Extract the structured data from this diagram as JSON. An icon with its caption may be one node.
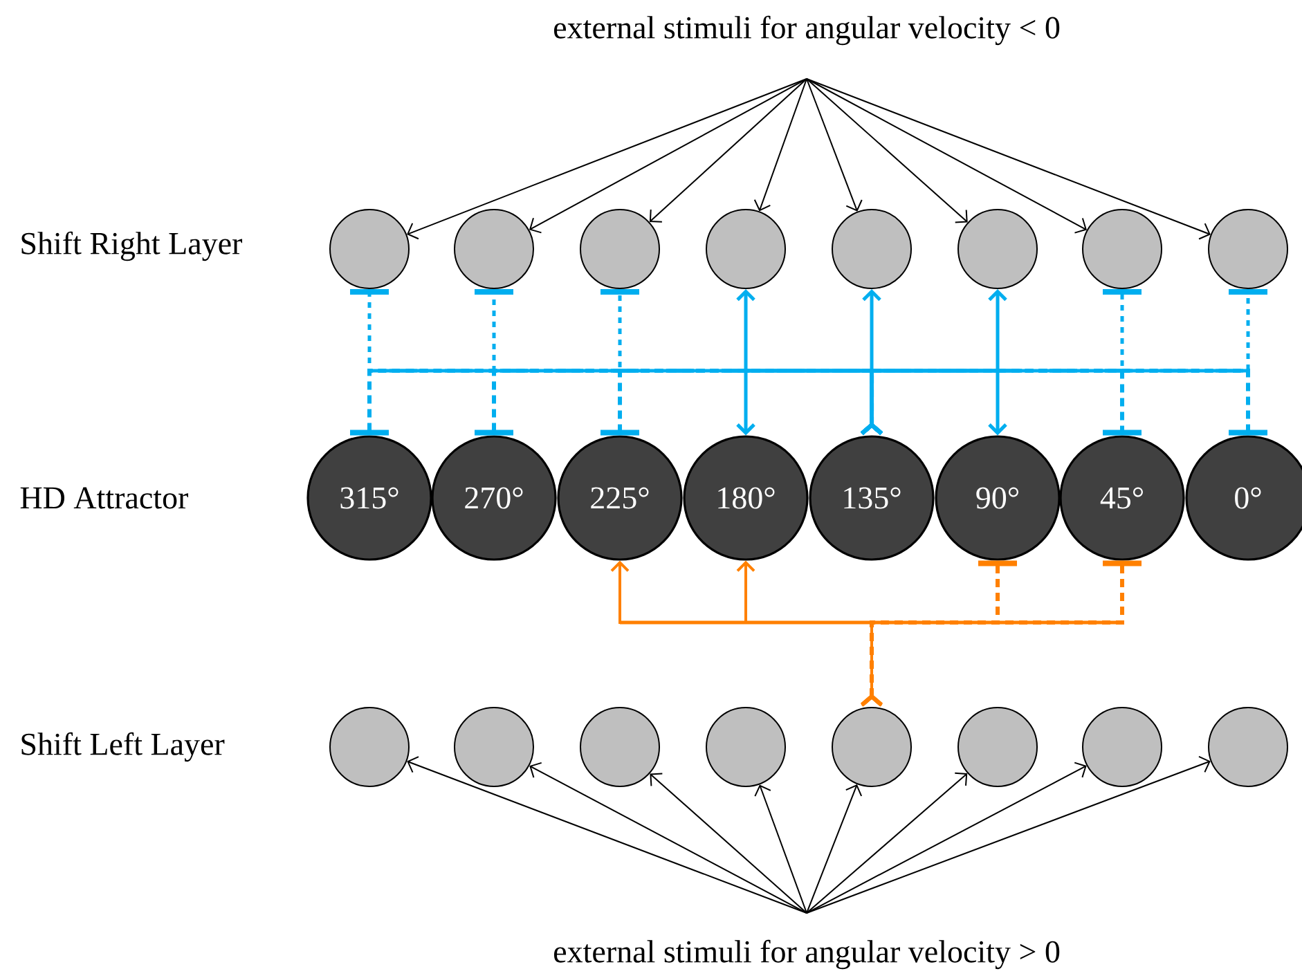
{
  "diagram": {
    "nodes": [
      {
        "text": [
          "external stimuli for angular velocity < 0"
        ]
      },
      {
        "text": [],
        "shape": "circle"
      },
      {
        "text": [],
        "shape": "circle"
      },
      {
        "text": [],
        "shape": "circle"
      },
      {
        "text": [],
        "shape": "circle"
      },
      {
        "text": [],
        "shape": "circle"
      },
      {
        "text": [],
        "shape": "circle"
      },
      {
        "text": [],
        "shape": "circle"
      },
      {
        "text": [],
        "shape": "circle"
      },
      {
        "text": [
          "315°"
        ]
      },
      {
        "text": [
          "270°"
        ]
      },
      {
        "text": [
          "225°"
        ]
      },
      {
        "text": [
          "180°"
        ]
      },
      {
        "text": [
          "135°"
        ]
      },
      {
        "text": [
          "90°"
        ]
      },
      {
        "text": [
          "45°"
        ]
      },
      {
        "text": [
          "0°"
        ]
      },
      {
        "text": [],
        "shape": "circle"
      },
      {
        "text": [],
        "shape": "circle"
      },
      {
        "text": [],
        "shape": "circle"
      },
      {
        "text": [],
        "shape": "circle"
      },
      {
        "text": [],
        "shape": "circle"
      },
      {
        "text": [],
        "shape": "circle"
      },
      {
        "text": [],
        "shape": "circle"
      },
      {
        "text": [],
        "shape": "circle"
      },
      {
        "text": [
          "external stimuli for angular velocity > 0"
        ]
      }
    ],
    "edges": [
      {
        "from": 0,
        "to": 1,
        "arrow": "to"
      },
      {
        "from": 0,
        "to": 2,
        "arrow": "to"
      },
      {
        "from": 0,
        "to": 3,
        "arrow": "to"
      },
      {
        "from": 0,
        "to": 4,
        "arrow": "to"
      },
      {
        "from": 0,
        "to": 5,
        "arrow": "to"
      },
      {
        "from": 0,
        "to": 6,
        "arrow": "to"
      },
      {
        "from": 0,
        "to": 7,
        "arrow": "to"
      },
      {
        "from": 0,
        "to": 8,
        "arrow": "to"
      },
      {
        "from": 25,
        "to": 17,
        "arrow": "to"
      },
      {
        "from": 25,
        "to": 18,
        "arrow": "to"
      },
      {
        "from": 25,
        "to": 19,
        "arrow": "to"
      },
      {
        "from": 25,
        "to": 20,
        "arrow": "to"
      },
      {
        "from": 25,
        "to": 21,
        "arrow": "to"
      },
      {
        "from": 25,
        "to": 22,
        "arrow": "to"
      },
      {
        "from": 25,
        "to": 23,
        "arrow": "to"
      },
      {
        "from": 25,
        "to": 24,
        "arrow": "to"
      },
      {
        "from": 13,
        "to": 1,
        "arrow": "other",
        "style": "dashed",
        "color": "#00aeef"
      },
      {
        "from": 13,
        "to": 2,
        "arrow": "other",
        "style": "dashed",
        "color": "#00aeef"
      },
      {
        "from": 13,
        "to": 3,
        "arrow": "other",
        "style": "dashed",
        "color": "#00aeef"
      },
      {
        "from": 13,
        "to": 4,
        "arrow": "to",
        "color": "#00aeef"
      },
      {
        "from": 13,
        "to": 5,
        "arrow": "to",
        "color": "#00aeef"
      },
      {
        "from": 13,
        "to": 6,
        "arrow": "to",
        "color": "#00aeef"
      },
      {
        "from": 13,
        "to": 7,
        "arrow": "other",
        "style": "dashed",
        "color": "#00aeef"
      },
      {
        "from": 13,
        "to": 8,
        "arrow": "other",
        "style": "dashed",
        "color": "#00aeef"
      },
      {
        "from": 13,
        "to": 9,
        "arrow": "other",
        "style": "dashed",
        "color": "#00aeef"
      },
      {
        "from": 13,
        "to": 10,
        "arrow": "other",
        "style": "dashed",
        "color": "#00aeef"
      },
      {
        "from": 13,
        "to": 11,
        "arrow": "other",
        "style": "dashed",
        "color": "#00aeef"
      },
      {
        "from": 13,
        "to": 12,
        "arrow": "to",
        "color": "#00aeef"
      },
      {
        "from": 13,
        "to": 14,
        "arrow": "to",
        "color": "#00aeef"
      },
      {
        "from": 13,
        "to": 15,
        "arrow": "other",
        "style": "dashed",
        "color": "#00aeef"
      },
      {
        "from": 13,
        "to": 16,
        "arrow": "other",
        "style": "dashed",
        "color": "#00aeef"
      },
      {
        "from": 21,
        "to": 11,
        "arrow": "to",
        "color": "#ff8000"
      },
      {
        "from": 21,
        "to": 12,
        "arrow": "to",
        "color": "#ff8000"
      },
      {
        "from": 21,
        "to": 14,
        "arrow": "other",
        "style": "dashed",
        "color": "#ff8000"
      },
      {
        "from": 21,
        "to": 15,
        "arrow": "other",
        "style": "dashed",
        "color": "#ff8000"
      }
    ],
    "labels": [
      "Shift Right Layer",
      "HD Attractor",
      "Shift Left Layer"
    ]
  }
}
